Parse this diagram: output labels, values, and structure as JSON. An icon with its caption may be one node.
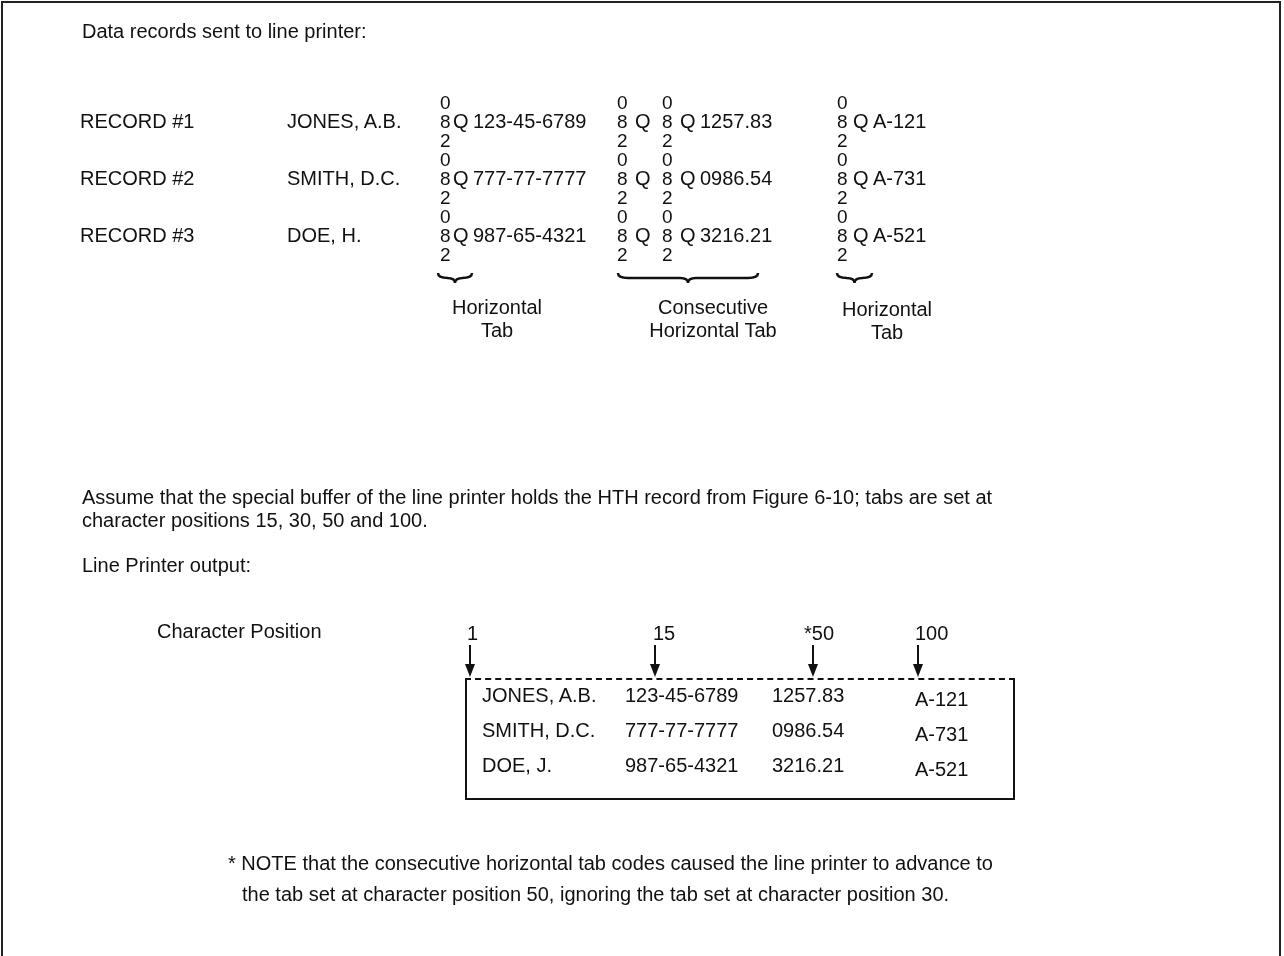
{
  "diagram": {
    "labels": [
      "Data records sent to line printer:",
      "RECORD #1",
      "JONES, A.B.",
      "0 8 2",
      "Q",
      "123-45-6789",
      "0 8 2",
      "Q",
      "0 8 2",
      "Q",
      "1257.83",
      "0 8 2",
      "Q",
      "A-121",
      "RECORD #2",
      "SMITH, D.C.",
      "0 8 2",
      "Q",
      "777-77-7777",
      "0 8 2",
      "Q",
      "0 8 2",
      "Q",
      "0986.54",
      "0 8 2",
      "Q",
      "A-731",
      "RECORD #3",
      "DOE, H.",
      "0 8 2",
      "Q",
      "987-65-4321",
      "0 8 2",
      "Q",
      "0 8 2",
      "Q",
      "3216.21",
      "0 8 2",
      "Q",
      "A-521",
      "Horizontal Tab",
      "Consecutive Horizontal Tab",
      "Horizontal Tab",
      "Assume that the special buffer of the line printer holds the HTH record from Figure 6-10; tabs are set at character positions 15, 30, 50 and 100.",
      "Line Printer output:",
      "Character Position",
      "1",
      "15",
      "*50",
      "100",
      "JONES, A.B.",
      "123-45-6789",
      "1257.83",
      "A-121",
      "SMITH, D.C.",
      "777-77-7777",
      "0986.54",
      "A-731",
      "DOE, J.",
      "987-65-4321",
      "3216.21",
      "A-521",
      "* NOTE that the consecutive horizontal tab codes caused the line printer to advance to the tab set at character position 50, ignoring the tab set at character position 30."
    ]
  }
}
